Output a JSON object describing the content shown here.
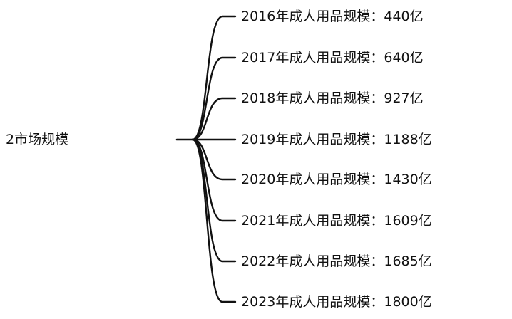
{
  "root": {
    "label": "2市场规模"
  },
  "leaves": [
    {
      "label": "2016年成人用品规模：440亿"
    },
    {
      "label": "2017年成人用品规模：640亿"
    },
    {
      "label": "2018年成人用品规模：927亿"
    },
    {
      "label": "2019年成人用品规模：1188亿"
    },
    {
      "label": "2020年成人用品规模：1430亿"
    },
    {
      "label": "2021年成人用品规模：1609亿"
    },
    {
      "label": "2022年成人用品规模：1685亿"
    },
    {
      "label": "2023年成人用品规模：1800亿"
    }
  ]
}
